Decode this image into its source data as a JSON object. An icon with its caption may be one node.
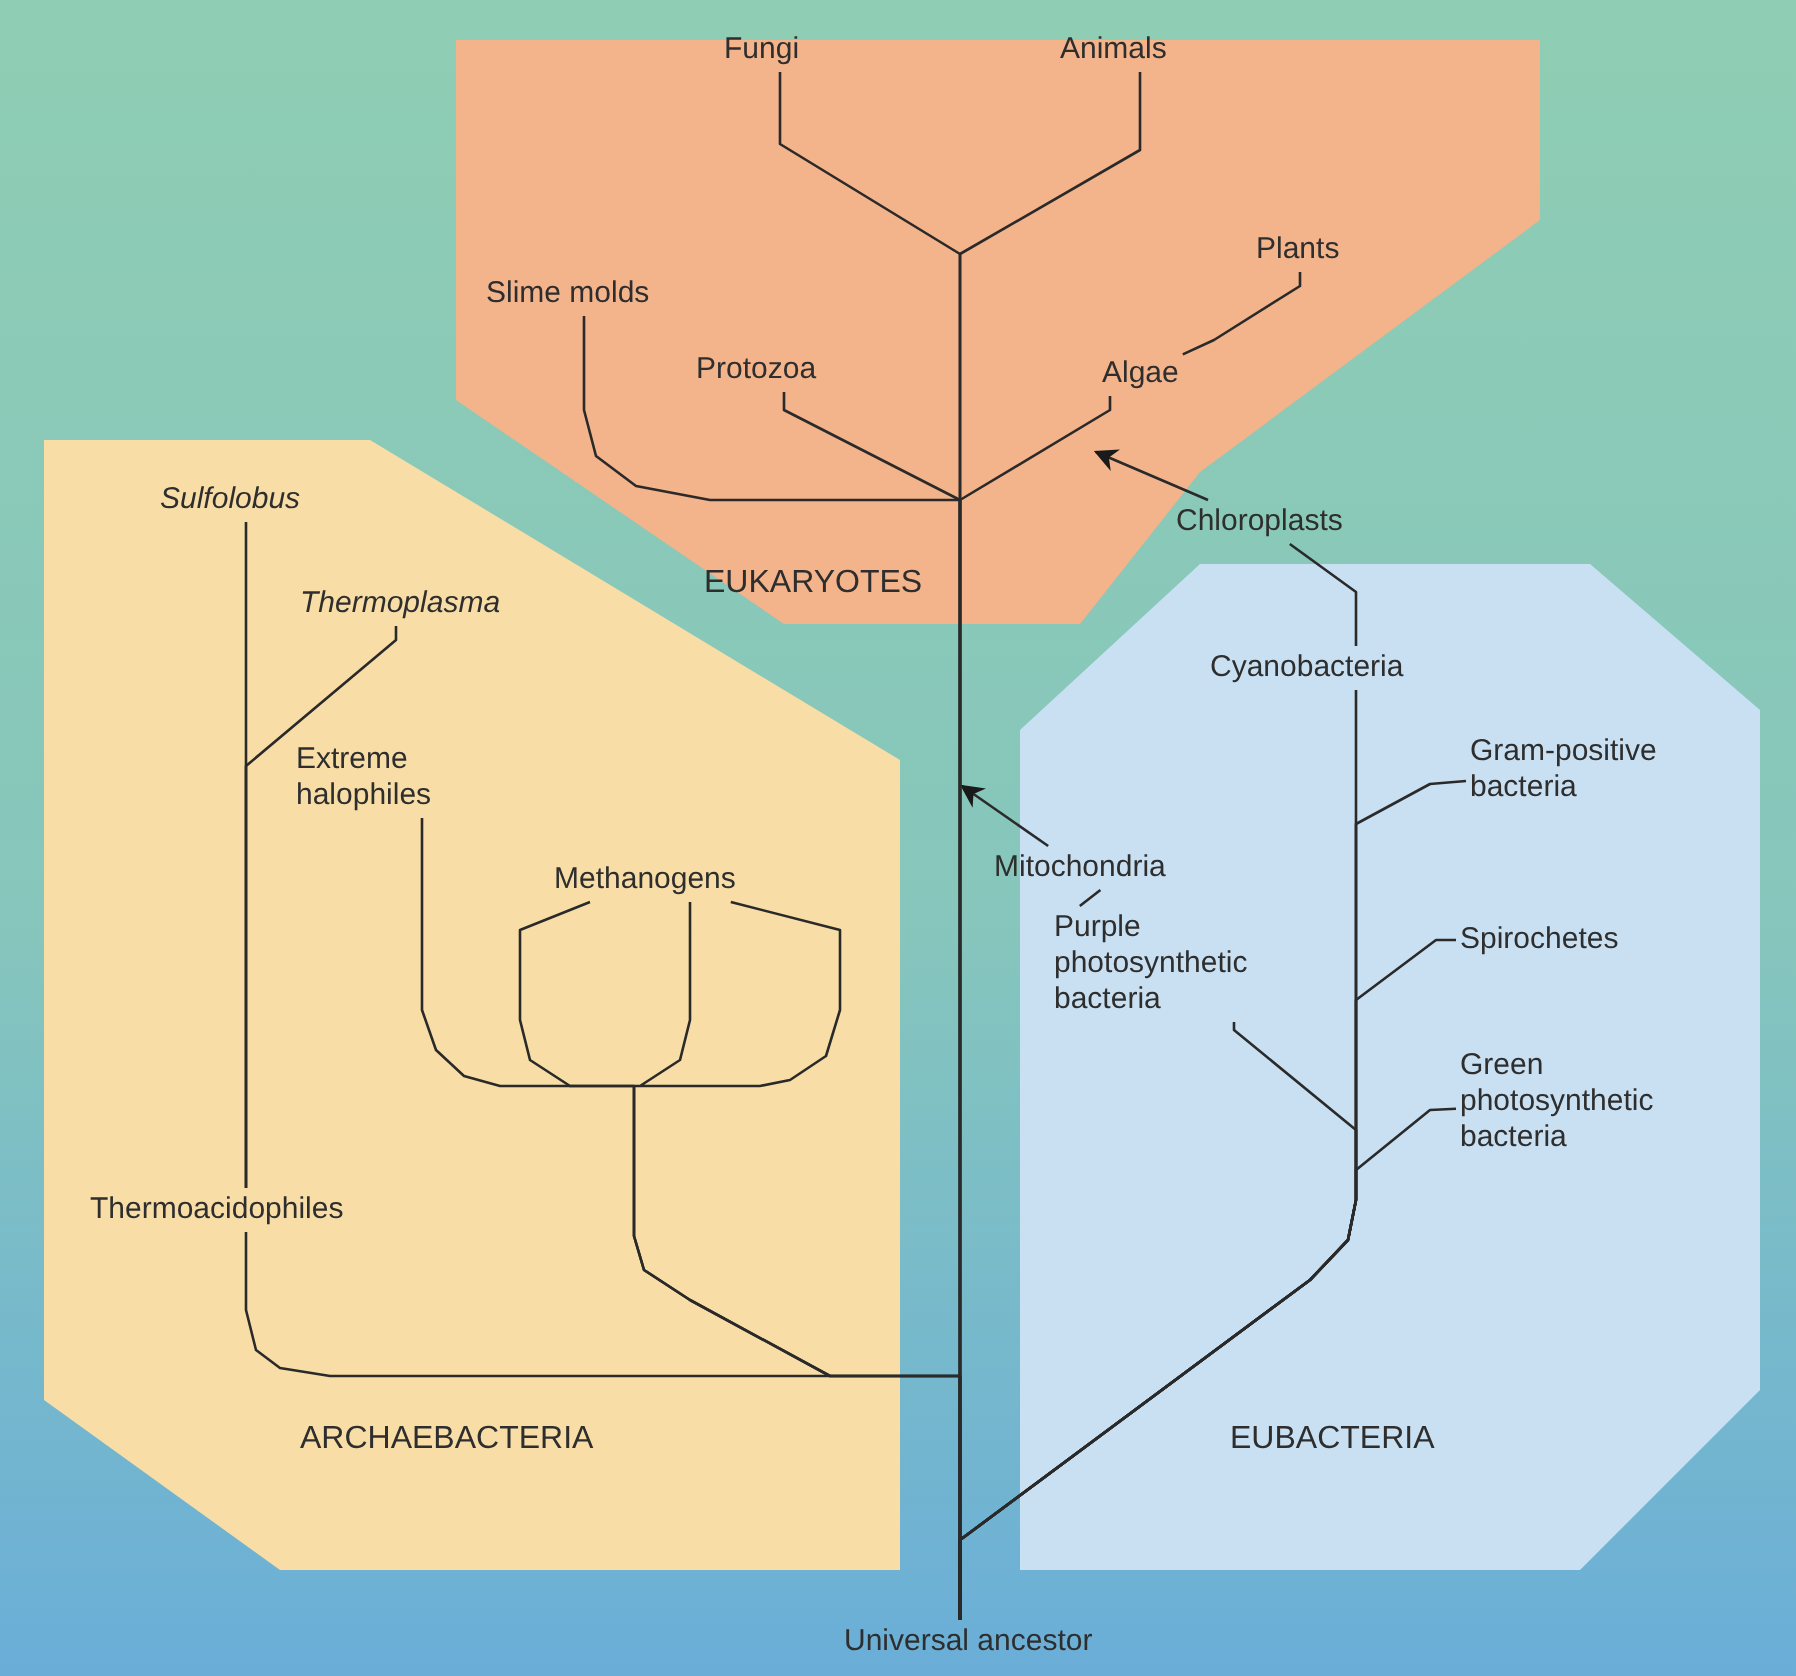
{
  "diagram": {
    "nodes": [
      {
        "text": [
          "EUKARYOTES"
        ]
      },
      {
        "text": [
          "Fungi"
        ],
        "in": 0
      },
      {
        "text": [
          "Animals"
        ],
        "in": 0
      },
      {
        "text": [
          "Plants"
        ],
        "in": 0
      },
      {
        "text": [
          "Slime molds"
        ],
        "in": 0
      },
      {
        "text": [
          "Protozoa"
        ],
        "in": 0
      },
      {
        "text": [
          "Algae"
        ],
        "in": 0
      },
      {
        "text": [
          "Chloroplasts"
        ]
      },
      {
        "text": [
          "ARCHAEBACTERIA"
        ]
      },
      {
        "text": [
          "Sulfolobus"
        ],
        "in": 8
      },
      {
        "text": [
          "Thermoplasma"
        ],
        "in": 8
      },
      {
        "text": [
          "Extreme halophiles"
        ],
        "in": 8
      },
      {
        "text": [
          "Methanogens"
        ],
        "in": 8
      },
      {
        "text": [
          "Thermoacidophiles"
        ],
        "in": 8
      },
      {
        "text": [
          "EUBACTERIA"
        ]
      },
      {
        "text": [
          "Cyanobacteria"
        ],
        "in": 14
      },
      {
        "text": [
          "Gram-positive bacteria"
        ],
        "in": 14
      },
      {
        "text": [
          "Mitochondria"
        ]
      },
      {
        "text": [
          "Purple photosynthetic bacteria"
        ],
        "in": 14
      },
      {
        "text": [
          "Spirochetes"
        ],
        "in": 14
      },
      {
        "text": [
          "Green photosynthetic bacteria"
        ],
        "in": 14
      },
      {
        "text": [
          "Universal ancestor"
        ]
      }
    ],
    "edges": [
      {
        "from": 7,
        "to": 6,
        "arrow": "to"
      },
      {
        "from": 17,
        "to": null,
        "arrow": "to"
      },
      {
        "from": 7,
        "to": 15,
        "arrow": "none"
      },
      {
        "from": 17,
        "to": 18,
        "arrow": "none"
      },
      {
        "from": 1,
        "to": 21,
        "arrow": "none"
      },
      {
        "from": 2,
        "to": 21,
        "arrow": "none"
      },
      {
        "from": 3,
        "to": 6,
        "arrow": "none"
      },
      {
        "from": 4,
        "to": 21,
        "arrow": "none"
      },
      {
        "from": 5,
        "to": 21,
        "arrow": "none"
      },
      {
        "from": 6,
        "to": 21,
        "arrow": "none"
      },
      {
        "from": 9,
        "to": 13,
        "arrow": "none"
      },
      {
        "from": 10,
        "to": 13,
        "arrow": "none"
      },
      {
        "from": 13,
        "to": 21,
        "arrow": "none"
      },
      {
        "from": 11,
        "to": 21,
        "arrow": "none"
      },
      {
        "from": 12,
        "to": 21,
        "arrow": "none"
      },
      {
        "from": 15,
        "to": 21,
        "arrow": "none"
      },
      {
        "from": 16,
        "to": 21,
        "arrow": "none"
      },
      {
        "from": 19,
        "to": 21,
        "arrow": "none"
      },
      {
        "from": 18,
        "to": 21,
        "arrow": "none"
      },
      {
        "from": 20,
        "to": 21,
        "arrow": "none"
      }
    ]
  }
}
